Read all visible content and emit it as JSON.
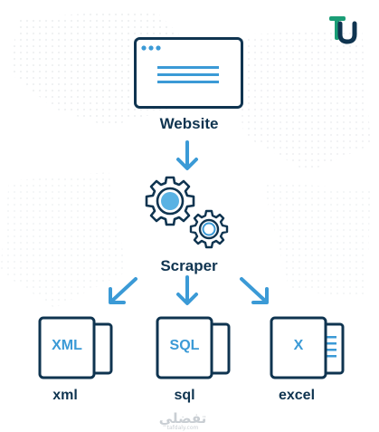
{
  "diagram": {
    "nodes": {
      "website": {
        "label": "Website",
        "icon": "browser-window-icon"
      },
      "scraper": {
        "label": "Scraper",
        "icon": "gears-icon"
      },
      "xml": {
        "label": "xml",
        "file_text": "XML",
        "icon": "xml-file-icon"
      },
      "sql": {
        "label": "sql",
        "file_text": "SQL",
        "icon": "sql-file-icon"
      },
      "excel": {
        "label": "excel",
        "file_text": "X",
        "icon": "excel-file-icon"
      }
    },
    "edges": [
      {
        "from": "website",
        "to": "scraper"
      },
      {
        "from": "scraper",
        "to": "xml"
      },
      {
        "from": "scraper",
        "to": "sql"
      },
      {
        "from": "scraper",
        "to": "excel"
      }
    ]
  },
  "branding": {
    "logo": "tu-logo",
    "watermark": "تفضلي",
    "watermark_sub": "tafdaly.com"
  },
  "colors": {
    "navy": "#0f3450",
    "blue": "#3b9ad6",
    "light_blue": "#5ab2e3",
    "green": "#1a9d76"
  }
}
